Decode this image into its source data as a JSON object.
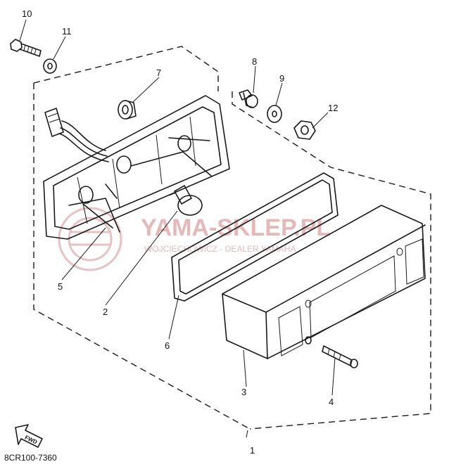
{
  "diagram_code": "8CR100-7360",
  "direction_label": "FWD",
  "watermark": {
    "title": "YAMA-SKLEP.PL",
    "subtitle": "WOJCIECHOWICZ - DEALER YAMAHA"
  },
  "callouts": [
    "1",
    "2",
    "3",
    "4",
    "5",
    "6",
    "7",
    "8",
    "9",
    "10",
    "11",
    "12"
  ],
  "colors": {
    "line": "#1a1a1a",
    "watermark": "#e5b9b9"
  }
}
